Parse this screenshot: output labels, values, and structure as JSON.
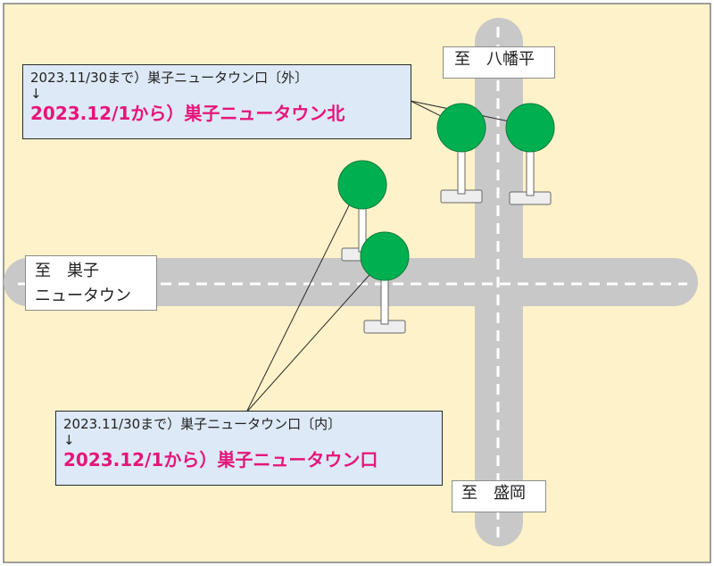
{
  "colors": {
    "background": "#fdf2c9",
    "road": "#c8c8c8",
    "road_center": "#ffffff",
    "stop_marker": "#00b050",
    "note_bg": "#dde9f6",
    "highlight": "#e6157a"
  },
  "directions": {
    "north": "至　八幡平",
    "west_line1": "至　巣子",
    "west_line2": "ニュータウン",
    "south": "至　盛岡"
  },
  "notes": {
    "outer": {
      "before": "2023.11/30まで）巣子ニュータウン口〔外〕",
      "arrow": "↓",
      "after": "2023.12/1から）巣子ニュータウン北"
    },
    "inner": {
      "before": "2023.11/30まで）巣子ニュータウン口〔内〕",
      "arrow": "↓",
      "after": "2023.12/1から）巣子ニュータウン口"
    }
  },
  "stops": [
    {
      "name": "bus-stop-north-left",
      "icon": "bus-stop-pole-icon"
    },
    {
      "name": "bus-stop-north-right",
      "icon": "bus-stop-pole-icon"
    },
    {
      "name": "bus-stop-center-upper",
      "icon": "bus-stop-pole-icon"
    },
    {
      "name": "bus-stop-center-lower",
      "icon": "bus-stop-pole-icon"
    }
  ]
}
